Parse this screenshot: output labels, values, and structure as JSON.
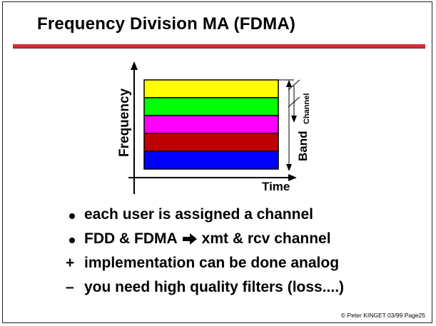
{
  "title": "Frequency Division MA (FDMA)",
  "colors": {
    "accent_rule": "#d42a3a",
    "bands": [
      "#ffff00",
      "#00ff00",
      "#ff00ff",
      "#c00000",
      "#0000ff"
    ]
  },
  "diagram": {
    "y_label": "Frequency",
    "x_label": "Time",
    "channel_label": "Channel",
    "band_label": "Band"
  },
  "bullets": [
    {
      "marker": "dot",
      "text": "each user is assigned a channel"
    },
    {
      "marker": "dot",
      "text_before": "FDD & FDMA",
      "icon": "right-arrow-icon",
      "text_after": "xmt & rcv channel"
    },
    {
      "marker": "+",
      "text": "implementation can be done analog"
    },
    {
      "marker": "–",
      "text": "you need high quality filters (loss....)"
    }
  ],
  "footer": {
    "copyright_symbol": "©",
    "text": "Peter KINGET  03/99 Page25"
  }
}
